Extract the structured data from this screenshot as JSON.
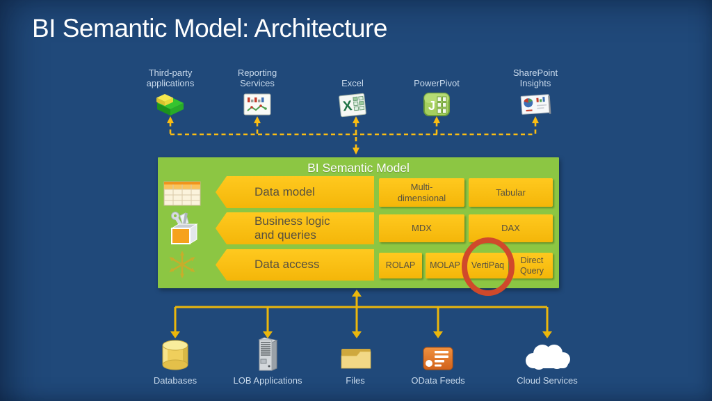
{
  "slide": {
    "title": "BI Semantic Model: Architecture"
  },
  "consumers": [
    {
      "id": "third-party-applications",
      "label": "Third-party\napplications"
    },
    {
      "id": "reporting-services",
      "label": "Reporting\nServices"
    },
    {
      "id": "excel",
      "label": "Excel"
    },
    {
      "id": "powerpivot",
      "label": "PowerPivot"
    },
    {
      "id": "sharepoint-insights",
      "label": "SharePoint\nInsights"
    }
  ],
  "bism": {
    "title": "BI Semantic Model",
    "rows": [
      {
        "label": "Data model",
        "options": [
          "Multi-\ndimensional",
          "Tabular"
        ]
      },
      {
        "label": "Business logic\nand queries",
        "options": [
          "MDX",
          "DAX"
        ]
      },
      {
        "label": "Data access",
        "options": [
          "ROLAP",
          "MOLAP",
          "VertiPaq",
          "Direct\nQuery"
        ],
        "highlighted_option": "VertiPaq"
      }
    ]
  },
  "sources": [
    {
      "id": "databases",
      "label": "Databases"
    },
    {
      "id": "lob-applications",
      "label": "LOB Applications"
    },
    {
      "id": "files",
      "label": "Files"
    },
    {
      "id": "odata-feeds",
      "label": "OData Feeds"
    },
    {
      "id": "cloud-services",
      "label": "Cloud Services"
    }
  ],
  "colors": {
    "background": "#20497A",
    "title_text": "#FFFFFF",
    "label_text": "#C9DAEC",
    "bism_green": "#8CC643",
    "block_yellow": "#FDC10E",
    "block_text": "#57503F",
    "connector_dashed": "#FBBD12",
    "connector_solid": "#EBB70C",
    "highlight_circle": "#D0492B"
  }
}
